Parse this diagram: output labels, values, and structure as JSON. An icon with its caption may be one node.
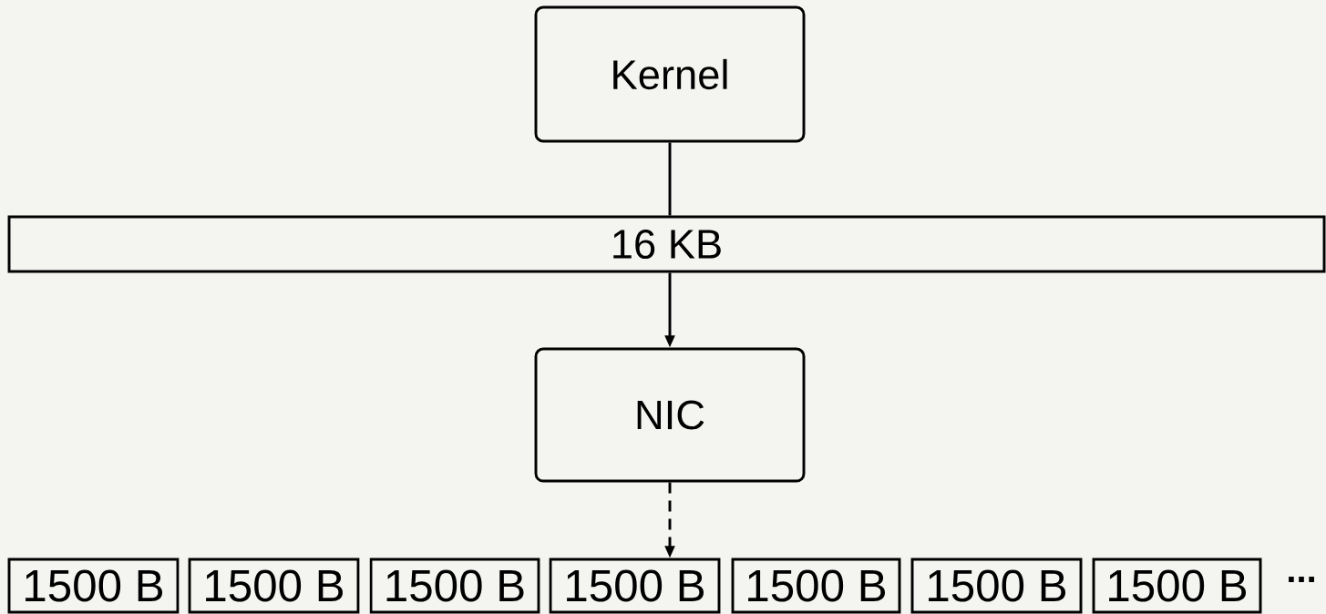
{
  "diagram": {
    "nodes": [
      {
        "text": [
          "Kernel"
        ]
      },
      {
        "text": [
          "16 KB"
        ]
      },
      {
        "text": [
          "NIC"
        ]
      },
      {
        "text": [
          "1500 B"
        ]
      },
      {
        "text": [
          "1500 B"
        ]
      },
      {
        "text": [
          "1500 B"
        ]
      },
      {
        "text": [
          "1500 B"
        ]
      },
      {
        "text": [
          "1500 B"
        ]
      },
      {
        "text": [
          "1500 B"
        ]
      },
      {
        "text": [
          "1500 B"
        ]
      }
    ],
    "edges": [
      {
        "from": 0,
        "to": 1,
        "arrow": "none"
      },
      {
        "from": 1,
        "to": 2,
        "arrow": "to"
      },
      {
        "from": 2,
        "to": 6,
        "arrow": "to",
        "style": "dashed"
      }
    ],
    "labels": [
      "..."
    ]
  }
}
